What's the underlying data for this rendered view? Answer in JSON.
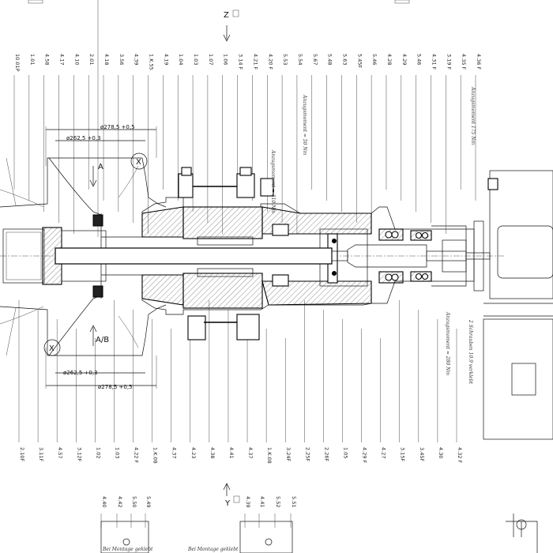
{
  "top_labels": [
    "10.01P",
    "1.01",
    "4.58",
    "4.17",
    "4.10",
    "2.01",
    "4.18",
    "3.56",
    "4.39",
    "1.K.55",
    "4.19",
    "1.04",
    "1.03",
    "1.07",
    "1.06",
    "3.14 F",
    "4.21 F",
    "4.20 F",
    "5.53",
    "5.54",
    "5.67",
    "5.48",
    "5.63",
    "5.45F",
    "5.46",
    "4.28",
    "4.29",
    "5.46",
    "4.31 F",
    "3.19 F",
    "4.35 F",
    "4.36 F"
  ],
  "bottom_labels": [
    "2.10F",
    "3.11F",
    "4.57",
    "3.12F",
    "1.02",
    "1.03",
    "4.22 F",
    "1.K.08",
    "4.37",
    "4.23",
    "4.38",
    "4.41",
    "4.37",
    "1.K.08",
    "3.24F",
    "2.25F",
    "2.26F",
    "1.05",
    "4.29 F",
    "4.27",
    "3.15F",
    "3.45F",
    "4.30",
    "4.32 F"
  ],
  "bottom_row_labels": [
    "4.40",
    "4.42",
    "5.50",
    "5.49",
    "4.39",
    "4.41",
    "5.52",
    "5.51"
  ],
  "dimensions": {
    "outer_top": "ø278,5 +0,5",
    "inner_top": "ø262,5 +0,3",
    "inner_bottom": "ø262,5 +0,3",
    "outer_bottom": "ø278,5 +0,5"
  },
  "section_marks": {
    "a": "A",
    "ab": "A/B",
    "x_top": "X",
    "x_bottom": "X",
    "z": "Z",
    "y": "Y"
  },
  "rotated_notes": {
    "n1": "Anzugsmoment = 310 Nm",
    "n2": "Anzugsmoment = 50 Nm",
    "n3": "Anzugsmoment 175 Nm",
    "n4": "Anzugsmoment = 280 Nm",
    "n5": "2 Schrauben 10.9 verklebt",
    "n6": "Bei Montage geklebt",
    "n7": "Bei Montage geklebt"
  }
}
